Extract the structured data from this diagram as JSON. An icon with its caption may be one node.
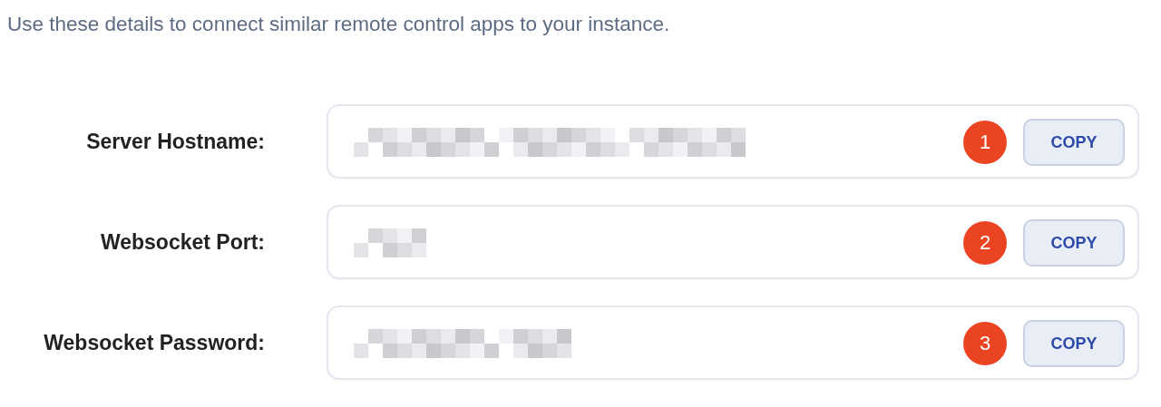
{
  "diagram": {
    "nodes": [
      {
        "text": [],
        "shape": "box",
        "beside": [
          "Server Hostname:"
        ]
      },
      {
        "text": [
          "1"
        ],
        "in": 0
      },
      {
        "text": [
          "COPY"
        ],
        "in": 0
      },
      {
        "text": [],
        "shape": "box",
        "beside": [
          "Websocket Port:"
        ]
      },
      {
        "text": [
          "2"
        ],
        "in": 3
      },
      {
        "text": [
          "COPY"
        ],
        "in": 3
      },
      {
        "text": [],
        "shape": "box",
        "beside": [
          "Websocket Password:"
        ]
      },
      {
        "text": [
          "3"
        ],
        "in": 6
      },
      {
        "text": [
          "COPY"
        ],
        "in": 6
      }
    ],
    "labels": [
      "Use these details to connect similar remote control apps to your instance."
    ]
  }
}
